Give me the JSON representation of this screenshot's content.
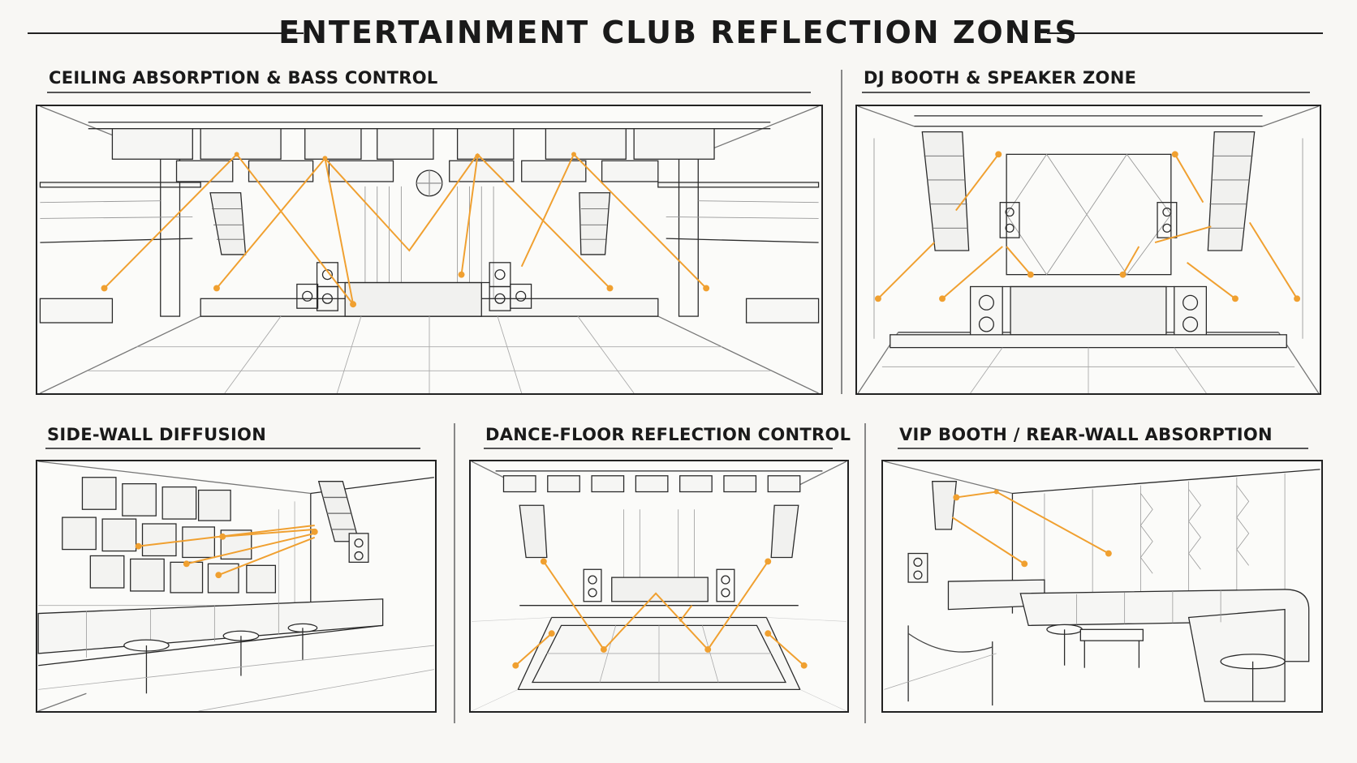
{
  "title": "ENTERTAINMENT CLUB REFLECTION ZONES",
  "colors": {
    "arrow": "#f0a030",
    "line": "#2a2a2a",
    "light_line": "#9a9a9a",
    "background": "#f8f7f4"
  },
  "panels": [
    {
      "id": "ceiling",
      "heading": "CEILING ABSORPTION & BASS CONTROL"
    },
    {
      "id": "dj-booth",
      "heading": "DJ BOOTH & SPEAKER ZONE"
    },
    {
      "id": "side-wall",
      "heading": "SIDE-WALL DIFFUSION"
    },
    {
      "id": "dance-floor",
      "heading": "DANCE-FLOOR REFLECTION CONTROL"
    },
    {
      "id": "vip-booth",
      "heading": "VIP BOOTH / REAR-WALL ABSORPTION"
    }
  ]
}
